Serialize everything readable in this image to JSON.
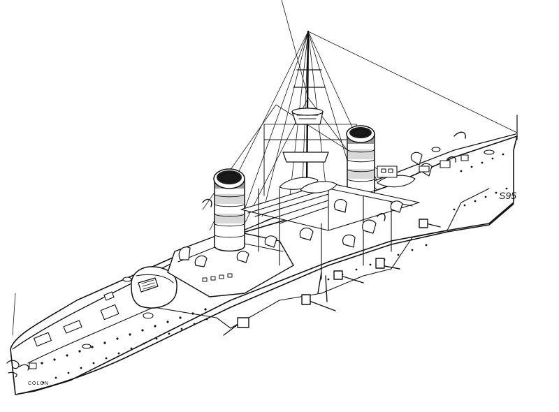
{
  "image": {
    "subject": "ship-illustration"
  },
  "signature": {
    "text": "S95"
  },
  "bow_name": {
    "text": "COLON"
  }
}
